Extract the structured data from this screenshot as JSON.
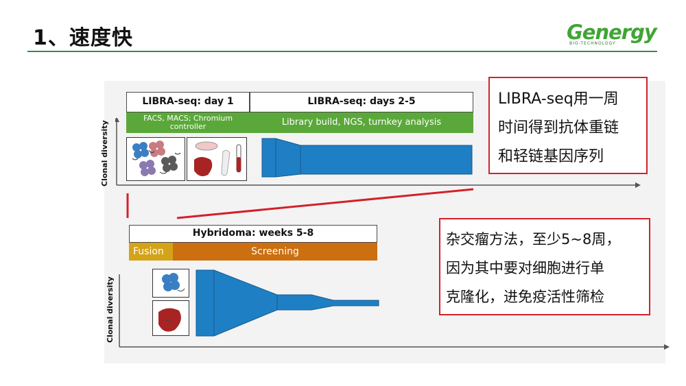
{
  "slide": {
    "title": "1、速度快"
  },
  "logo": {
    "word": "Genergy",
    "sub": "BIO-TECHNOLOGY",
    "color": "#3fa535"
  },
  "libra": {
    "day1_title": "LIBRA-seq: day 1",
    "day1_sub": "FACS, MACS; Chromium controller",
    "days25_title": "LIBRA-seq: days 2-5",
    "days25_sub": "Library build, NGS, turnkey analysis",
    "y_axis": "Clonal diversity"
  },
  "hybridoma": {
    "title": "Hybridoma: weeks 5-8",
    "fusion": "Fusion",
    "screening": "Screening",
    "y_axis": "Clonal diversity"
  },
  "callouts": {
    "libra_lines": [
      "LIBRA-seq用一周",
      "时间得到抗体重链",
      "和轻链基因序列"
    ],
    "hybridoma_lines": [
      "杂交瘤方法，至少5~8周，",
      "因为其中要对细胞进行单",
      "克隆化，进免疫活性筛检"
    ]
  },
  "colors": {
    "green": "#5ba83a",
    "orange": "#cc6f10",
    "fusion": "#d4a318",
    "funnel": "#1f7fc4",
    "callout_border": "#d4202a"
  }
}
